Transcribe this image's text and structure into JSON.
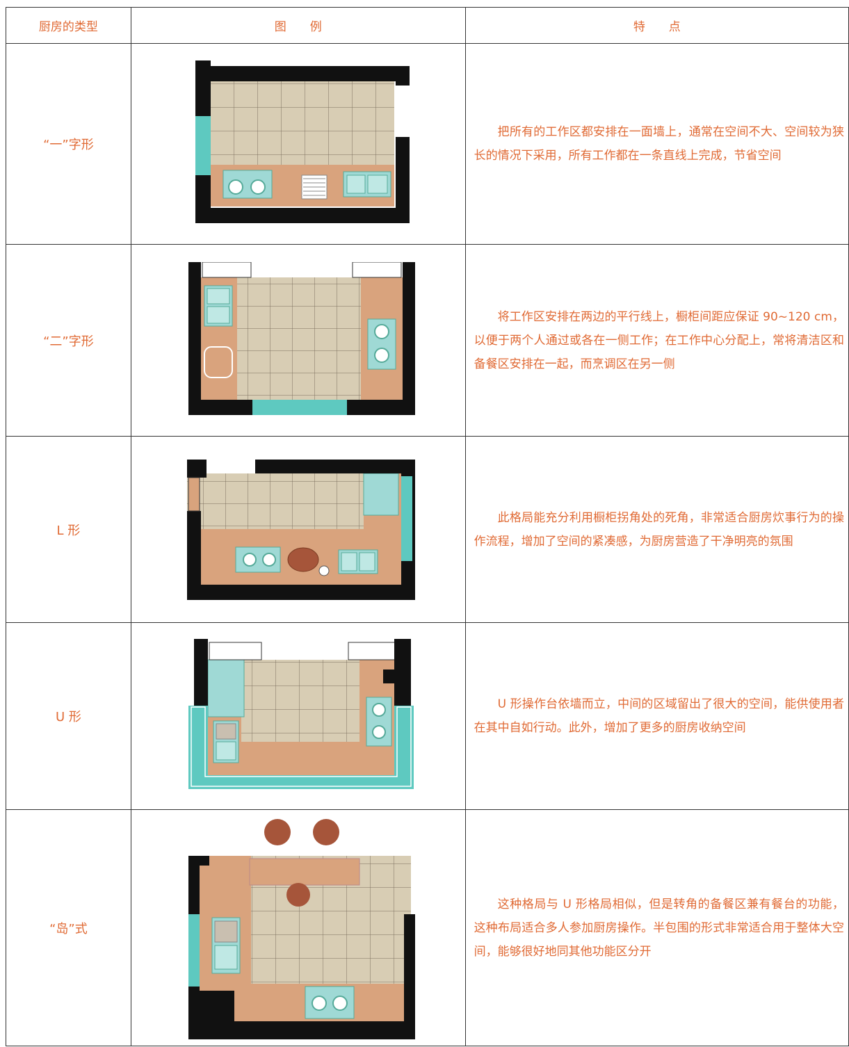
{
  "table": {
    "headers": [
      "厨房的类型",
      "图　　例",
      "特　　点"
    ],
    "rows": [
      {
        "type": "“一”字形",
        "description": "把所有的工作区都安排在一面墙上，通常在空间不大、空间较为狭长的情况下采用，所有工作都在一条直线上完成，节省空间"
      },
      {
        "type": "“二”字形",
        "description": "将工作区安排在两边的平行线上，橱柜间距应保证 90~120 cm，以便于两个人通过或各在一侧工作；在工作中心分配上，常将清洁区和备餐区安排在一起，而烹调区在另一侧"
      },
      {
        "type": "L 形",
        "description": "此格局能充分利用橱柜拐角处的死角，非常适合厨房炊事行为的操作流程，增加了空间的紧凑感，为厨房营造了干净明亮的氛围"
      },
      {
        "type": "U 形",
        "description": "U 形操作台依墙而立，中间的区域留出了很大的空间，能供使用者在其中自如行动。此外，增加了更多的厨房收纳空间"
      },
      {
        "type": "“岛”式",
        "description": "这种格局与 U 形格局相似，但是转角的备餐区兼有餐台的功能，这种布局适合多人参加厨房操作。半包围的形式非常适合用于整体大空间，能够很好地同其他功能区分开"
      }
    ]
  },
  "colors": {
    "text": "#e06a34",
    "wall": "#111111",
    "floor_tile": "#d8cdb4",
    "tile_grid": "#7b6f5e",
    "counter": "#d9a37d",
    "fixture": "#9fd9d5",
    "window": "#5ec9c0",
    "stool": "#a6553a"
  }
}
